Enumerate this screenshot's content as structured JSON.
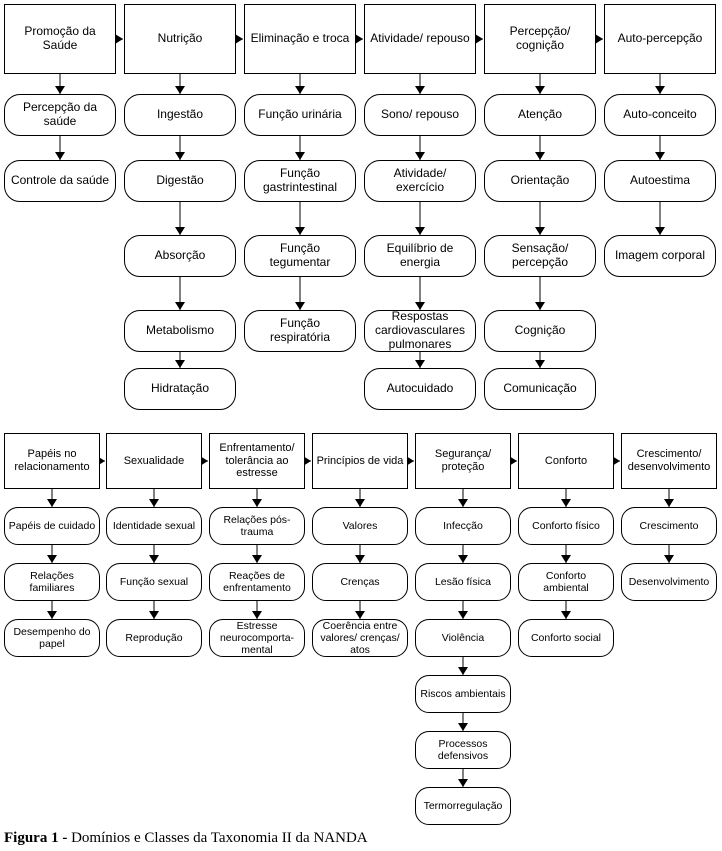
{
  "figure": {
    "caption_label": "Figura 1 -",
    "caption_text": "Domínios e Classes da Taxonomia II da NANDA",
    "rows": [
      {
        "domains": [
          {
            "name": "Promoção da\nSaúde",
            "classes": [
              "Percepção da\nsaúde",
              "Controle da saúde"
            ]
          },
          {
            "name": "Nutrição",
            "classes": [
              "Ingestão",
              "Digestão",
              "Absorção",
              "Metabolismo",
              "Hidratação"
            ]
          },
          {
            "name": "Eliminação e troca",
            "classes": [
              "Função urinária",
              "Função\ngastrintestinal",
              "Função\ntegumentar",
              "Função\nrespiratória"
            ]
          },
          {
            "name": "Atividade/ repouso",
            "classes": [
              "Sono/ repouso",
              "Atividade/\nexercício",
              "Equilíbrio de\nenergia",
              "Respostas\ncardiovasculares\npulmonares",
              "Autocuidado"
            ]
          },
          {
            "name": "Percepção/\ncognição",
            "classes": [
              "Atenção",
              "Orientação",
              "Sensação/\npercepção",
              "Cognição",
              "Comunicação"
            ]
          },
          {
            "name": "Auto-percepção",
            "classes": [
              "Auto-conceito",
              "Autoestima",
              "Imagem corporal"
            ]
          }
        ]
      },
      {
        "domains": [
          {
            "name": "Papéis no\nrelacionamento",
            "classes": [
              "Papéis de cuidado",
              "Relações\nfamiliares",
              "Desempenho do\npapel"
            ]
          },
          {
            "name": "Sexualidade",
            "classes": [
              "Identidade sexual",
              "Função sexual",
              "Reprodução"
            ]
          },
          {
            "name": "Enfrentamento/\ntolerância ao\nestresse",
            "classes": [
              "Relações pós-\ntrauma",
              "Reações de\nenfrentamento",
              "Estresse\nneurocomporta-\nmental"
            ]
          },
          {
            "name": "Princípios de vida",
            "classes": [
              "Valores",
              "Crenças",
              "Coerência entre\nvalores/ crenças/\natos"
            ]
          },
          {
            "name": "Segurança/\nproteção",
            "classes": [
              "Infecção",
              "Lesão física",
              "Violência",
              "Riscos ambientais",
              "Processos\ndefensivos",
              "Termorregulação"
            ]
          },
          {
            "name": "Conforto",
            "classes": [
              "Conforto físico",
              "Conforto\nambiental",
              "Conforto social"
            ]
          },
          {
            "name": "Crescimento/\ndesenvolvimento",
            "classes": [
              "Crescimento",
              "Desenvolvimento"
            ]
          }
        ]
      }
    ]
  }
}
